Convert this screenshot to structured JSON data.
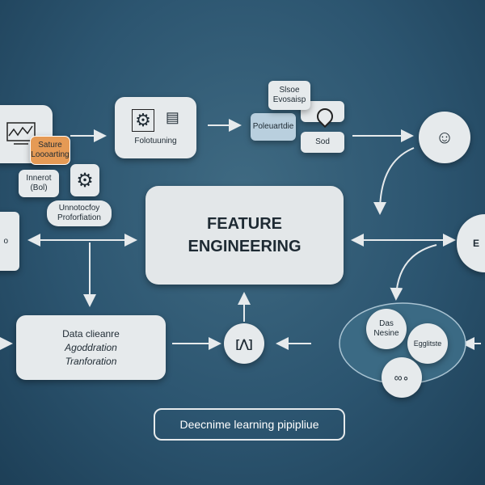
{
  "nodes": {
    "orange_box": "Sature Loooarting",
    "input_box": "Innerot (Bol)",
    "transform_pill": "Unnotocfoy Proforfiation",
    "top_box": "Folotuuning",
    "score_box": "Slsoe Evosaisp",
    "potential_box": "Poleuartdie",
    "sod_box": "Sod",
    "main_title_line1": "FEATURE",
    "main_title_line2": "ENGINEERING",
    "left_edge_box": "o",
    "right_circle": "E",
    "data_box": [
      "Data clieanre",
      "Agoddration",
      "Tranforation"
    ],
    "cluster": {
      "top": [
        "Das",
        "Nesine"
      ],
      "right": "Egglitste"
    },
    "bottom_pill": "Deecnime learning pipipliue"
  },
  "colors": {
    "background": "#2c5570",
    "box": "#e6eaec",
    "accent": "#e59a55",
    "light_blue": "#b9cfde"
  }
}
